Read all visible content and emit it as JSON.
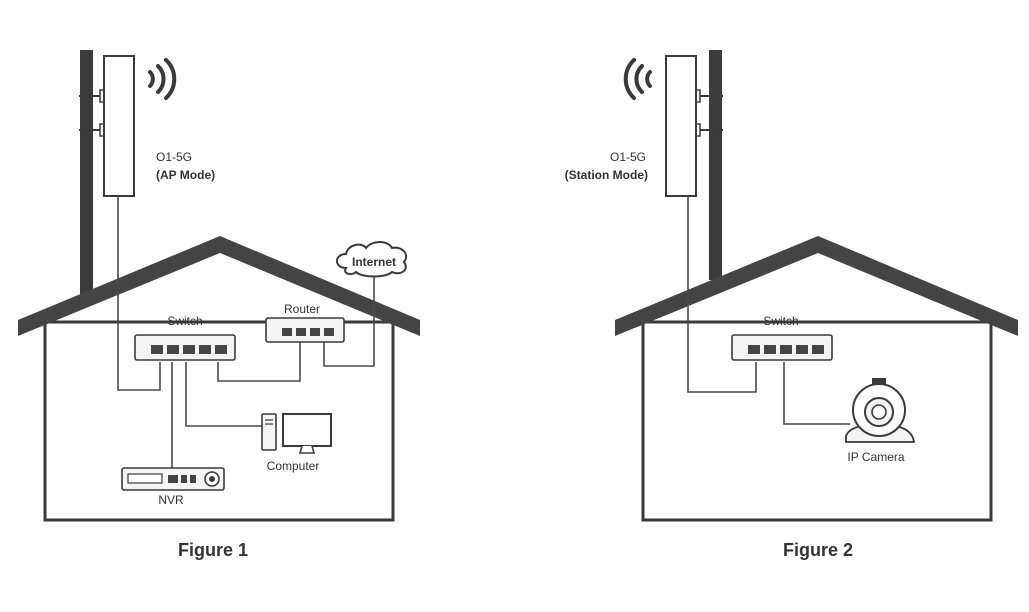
{
  "figure1": {
    "device_model": "O1-5G",
    "device_mode": "(AP Mode)",
    "switch_label": "Switch",
    "router_label": "Router",
    "internet_label": "Internet",
    "computer_label": "Computer",
    "nvr_label": "NVR",
    "caption": "Figure 1"
  },
  "figure2": {
    "device_model": "O1-5G",
    "device_mode": "(Station Mode)",
    "switch_label": "Switch",
    "camera_label": "IP Camera",
    "caption": "Figure 2"
  },
  "icons": {
    "ap_signal": "wifi-signal-icon",
    "cloud": "cloud-icon",
    "computer": "computer-icon",
    "nvr": "nvr-icon",
    "camera": "ip-camera-icon"
  }
}
